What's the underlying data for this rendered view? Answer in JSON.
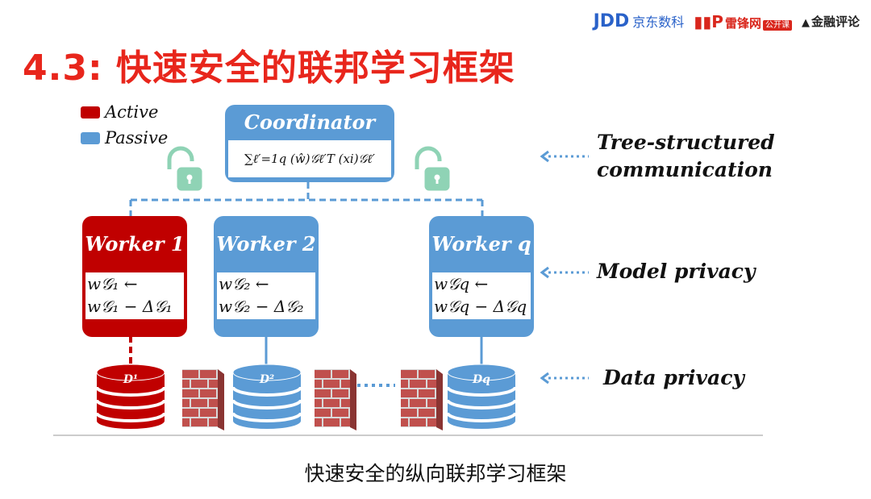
{
  "title": "4.3: 快速安全的联邦学习框架",
  "logos": {
    "jdd": "JDD",
    "jdd_cn": "京东数科",
    "leifeng": "雷锋网",
    "leifeng_badge": "公开课",
    "jinrong": "金融评论"
  },
  "legend": [
    {
      "label": "Active",
      "color": "#c00000"
    },
    {
      "label": "Passive",
      "color": "#5b9bd5"
    }
  ],
  "coordinator": {
    "label": "Coordinator",
    "formula": "∑ℓ′=1q (ŵ)𝒢ℓ′T (xi)𝒢ℓ′"
  },
  "workers": [
    {
      "label": "Worker 1",
      "line1": "w𝒢₁ ←",
      "line2": "w𝒢₁ − Δ𝒢₁",
      "role": "active",
      "data": "D¹"
    },
    {
      "label": "Worker 2",
      "line1": "w𝒢₂ ←",
      "line2": "w𝒢₂ − Δ𝒢₂",
      "role": "passive",
      "data": "D²"
    },
    {
      "label": "Worker q",
      "line1": "w𝒢q ←",
      "line2": "w𝒢q − Δ𝒢q",
      "role": "passive",
      "data": "Dq"
    }
  ],
  "side_labels": {
    "tree_line1": "Tree-structured",
    "tree_line2": "communication",
    "model": "Model privacy",
    "data": "Data privacy"
  },
  "colors": {
    "active": "#c00000",
    "passive": "#5b9bd5",
    "title": "#e8261c",
    "lock": "#8fd3b5",
    "brick": "#c0504d"
  },
  "caption": "快速安全的纵向联邦学习框架"
}
